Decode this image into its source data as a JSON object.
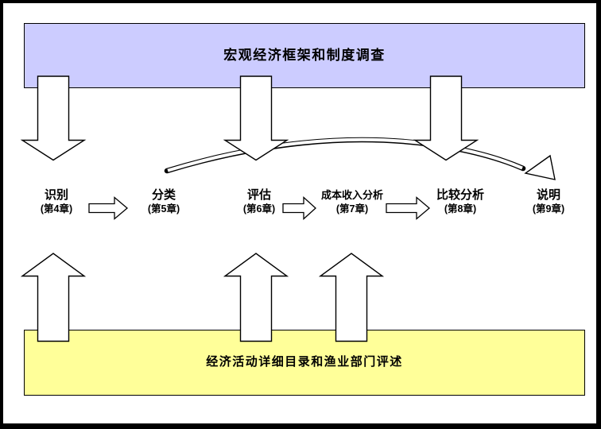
{
  "figure": {
    "top_banner": {
      "label": "宏观经济框架和制度调查",
      "fill": "#CCCCFF"
    },
    "bottom_banner": {
      "label": "经济活动详细目录和渔业部门评述",
      "fill": "#FFFF99"
    },
    "nodes": [
      {
        "name": "识别",
        "chapter": "(第4章)"
      },
      {
        "name": "分类",
        "chapter": "(第5章)"
      },
      {
        "name": "评估",
        "chapter": "(第6章)"
      },
      {
        "name": "成本收入分析",
        "chapter": "(第7章)"
      },
      {
        "name": "比较分析",
        "chapter": "(第8章)"
      },
      {
        "name": "说明",
        "chapter": "(第9章)"
      }
    ],
    "colors": {
      "banner_top": "#CCCCFF",
      "banner_bottom": "#FFFF99",
      "outline": "#000000",
      "background": "#FFFFFF"
    }
  }
}
